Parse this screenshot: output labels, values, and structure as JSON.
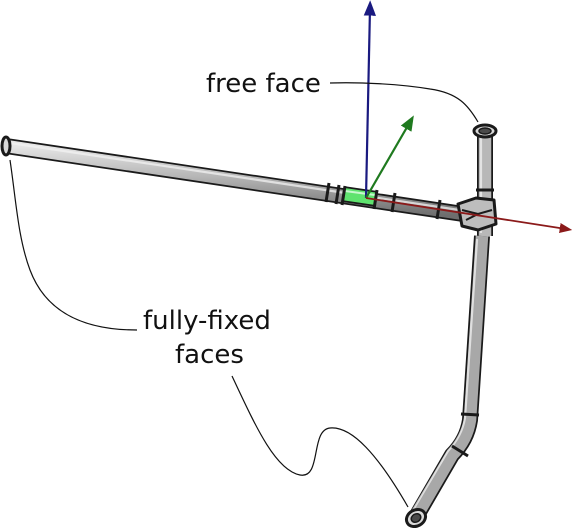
{
  "labels": {
    "free_face": "free face",
    "fully_fixed_line1": "fully-fixed",
    "fully_fixed_line2": "faces"
  },
  "colors": {
    "axis_x": "#8b1a1a",
    "axis_y": "#1f7a1f",
    "axis_z": "#1a1a80",
    "highlight_segment": "#5fe36f",
    "pipe_light": "#e6e6e6",
    "pipe_dark": "#6e6e6e",
    "outline": "#1a1a1a"
  },
  "icons": {
    "coordinate_triad": "xyz-axes-triad-icon",
    "pipe_model": "pipe-assembly-icon"
  }
}
